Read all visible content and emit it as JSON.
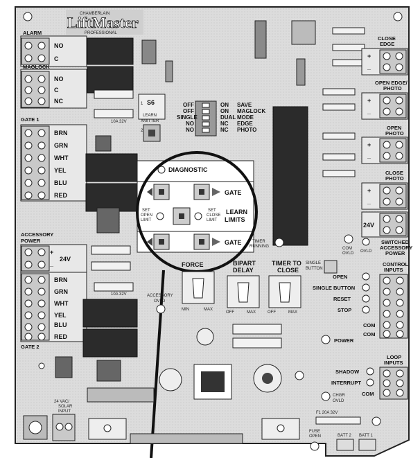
{
  "brand": {
    "top": "CHAMBERLAIN",
    "name": "LiftMaster",
    "sub": "PROFESSIONAL"
  },
  "left_blocks": {
    "alarm": {
      "title": "ALARM",
      "terms": [
        "NO",
        "C"
      ]
    },
    "maglock": {
      "title": "MAGLOCK",
      "terms": [
        "NO",
        "C",
        "NC"
      ]
    },
    "gate1": {
      "title": "GATE 1",
      "terms": [
        "BRN",
        "GRN",
        "WHT",
        "YEL",
        "BLU",
        "RED"
      ]
    },
    "accessory_power": {
      "title": "ACCESSORY POWER",
      "plus": "+",
      "minus": "_",
      "volt": "24V"
    },
    "gate2": {
      "title": "GATE 2",
      "terms": [
        "BRN",
        "GRN",
        "WHT",
        "YEL",
        "BLU",
        "RED"
      ]
    },
    "input": {
      "line1": "24 VAC/",
      "line2": "SOLAR",
      "line3": "INPUT"
    }
  },
  "dip": {
    "s6": "S6",
    "learn1": "LEARN",
    "learn2": "XMITTER",
    "n1": "1",
    "n2": "2",
    "off_col": [
      "OFF",
      "OFF",
      "SINGLE",
      "NO",
      "NO"
    ],
    "on_col": [
      "ON",
      "ON",
      "DUAL",
      "NC",
      "NC"
    ],
    "func_col": [
      "SAVE",
      "MAGLOCK",
      "MODE",
      "EDGE",
      "PHOTO"
    ]
  },
  "callout": {
    "diagnostic": "DIAGNOSTIC",
    "gate_top": "GATE",
    "set_open1": "SET",
    "set_open2": "OPEN",
    "set_open3": "LIMIT",
    "set_close1": "SET",
    "set_close2": "CLOSE",
    "set_close3": "LIMIT",
    "learn1": "LEARN",
    "learn2": "LIMITS",
    "gate_bottom": "GATE",
    "timer1": "TIMER",
    "timer2": "RUNNING"
  },
  "pots": {
    "force": {
      "title": "FORCE",
      "min": "MIN",
      "max": "MAX"
    },
    "bipart": {
      "title1": "BIPART",
      "title2": "DELAY",
      "min": "OFF",
      "max": "MAX"
    },
    "timer": {
      "title1": "TIMER TO",
      "title2": "CLOSE",
      "min": "OFF",
      "max": "MAX"
    },
    "single_button1": "SINGLE",
    "single_button2": "BUTTON"
  },
  "right_blocks": {
    "close_edge": {
      "l1": "CLOSE",
      "l2": "EDGE"
    },
    "open_edge": {
      "l1": "OPEN EDGE/",
      "l2": "PHOTO"
    },
    "open_photo": {
      "l1": "OPEN",
      "l2": "PHOTO"
    },
    "close_photo": {
      "l1": "CLOSE",
      "l2": "PHOTO"
    },
    "switched": {
      "l1": "SWITCHED",
      "l2": "ACCESSORY",
      "l3": "POWER",
      "volt": "24V"
    },
    "com_ovld1": "COM",
    "com_ovld2": "OVLD",
    "ovld": "OVLD",
    "control": {
      "l1": "CONTROL",
      "l2": "INPUTS",
      "items": [
        "OPEN",
        "SINGLE BUTTON",
        "RESET",
        "STOP",
        "COM",
        "COM"
      ]
    },
    "power": "POWER",
    "loop": {
      "l1": "LOOP",
      "l2": "INPUTS",
      "items": [
        "SHADOW",
        "INTERRUPT",
        "COM"
      ]
    },
    "chgr1": "CHGR",
    "chgr2": "OVLD",
    "fuse": "F1  20A 32V",
    "fuse_open1": "FUSE",
    "fuse_open2": "OPEN",
    "batt2": "BATT 2",
    "batt1": "BATT 1"
  },
  "misc": {
    "accessory_ovld1": "ACCESSORY",
    "accessory_ovld2": "OVLD",
    "fuse_left1": "10A 32V",
    "fuse_left2": "10A 32V"
  }
}
